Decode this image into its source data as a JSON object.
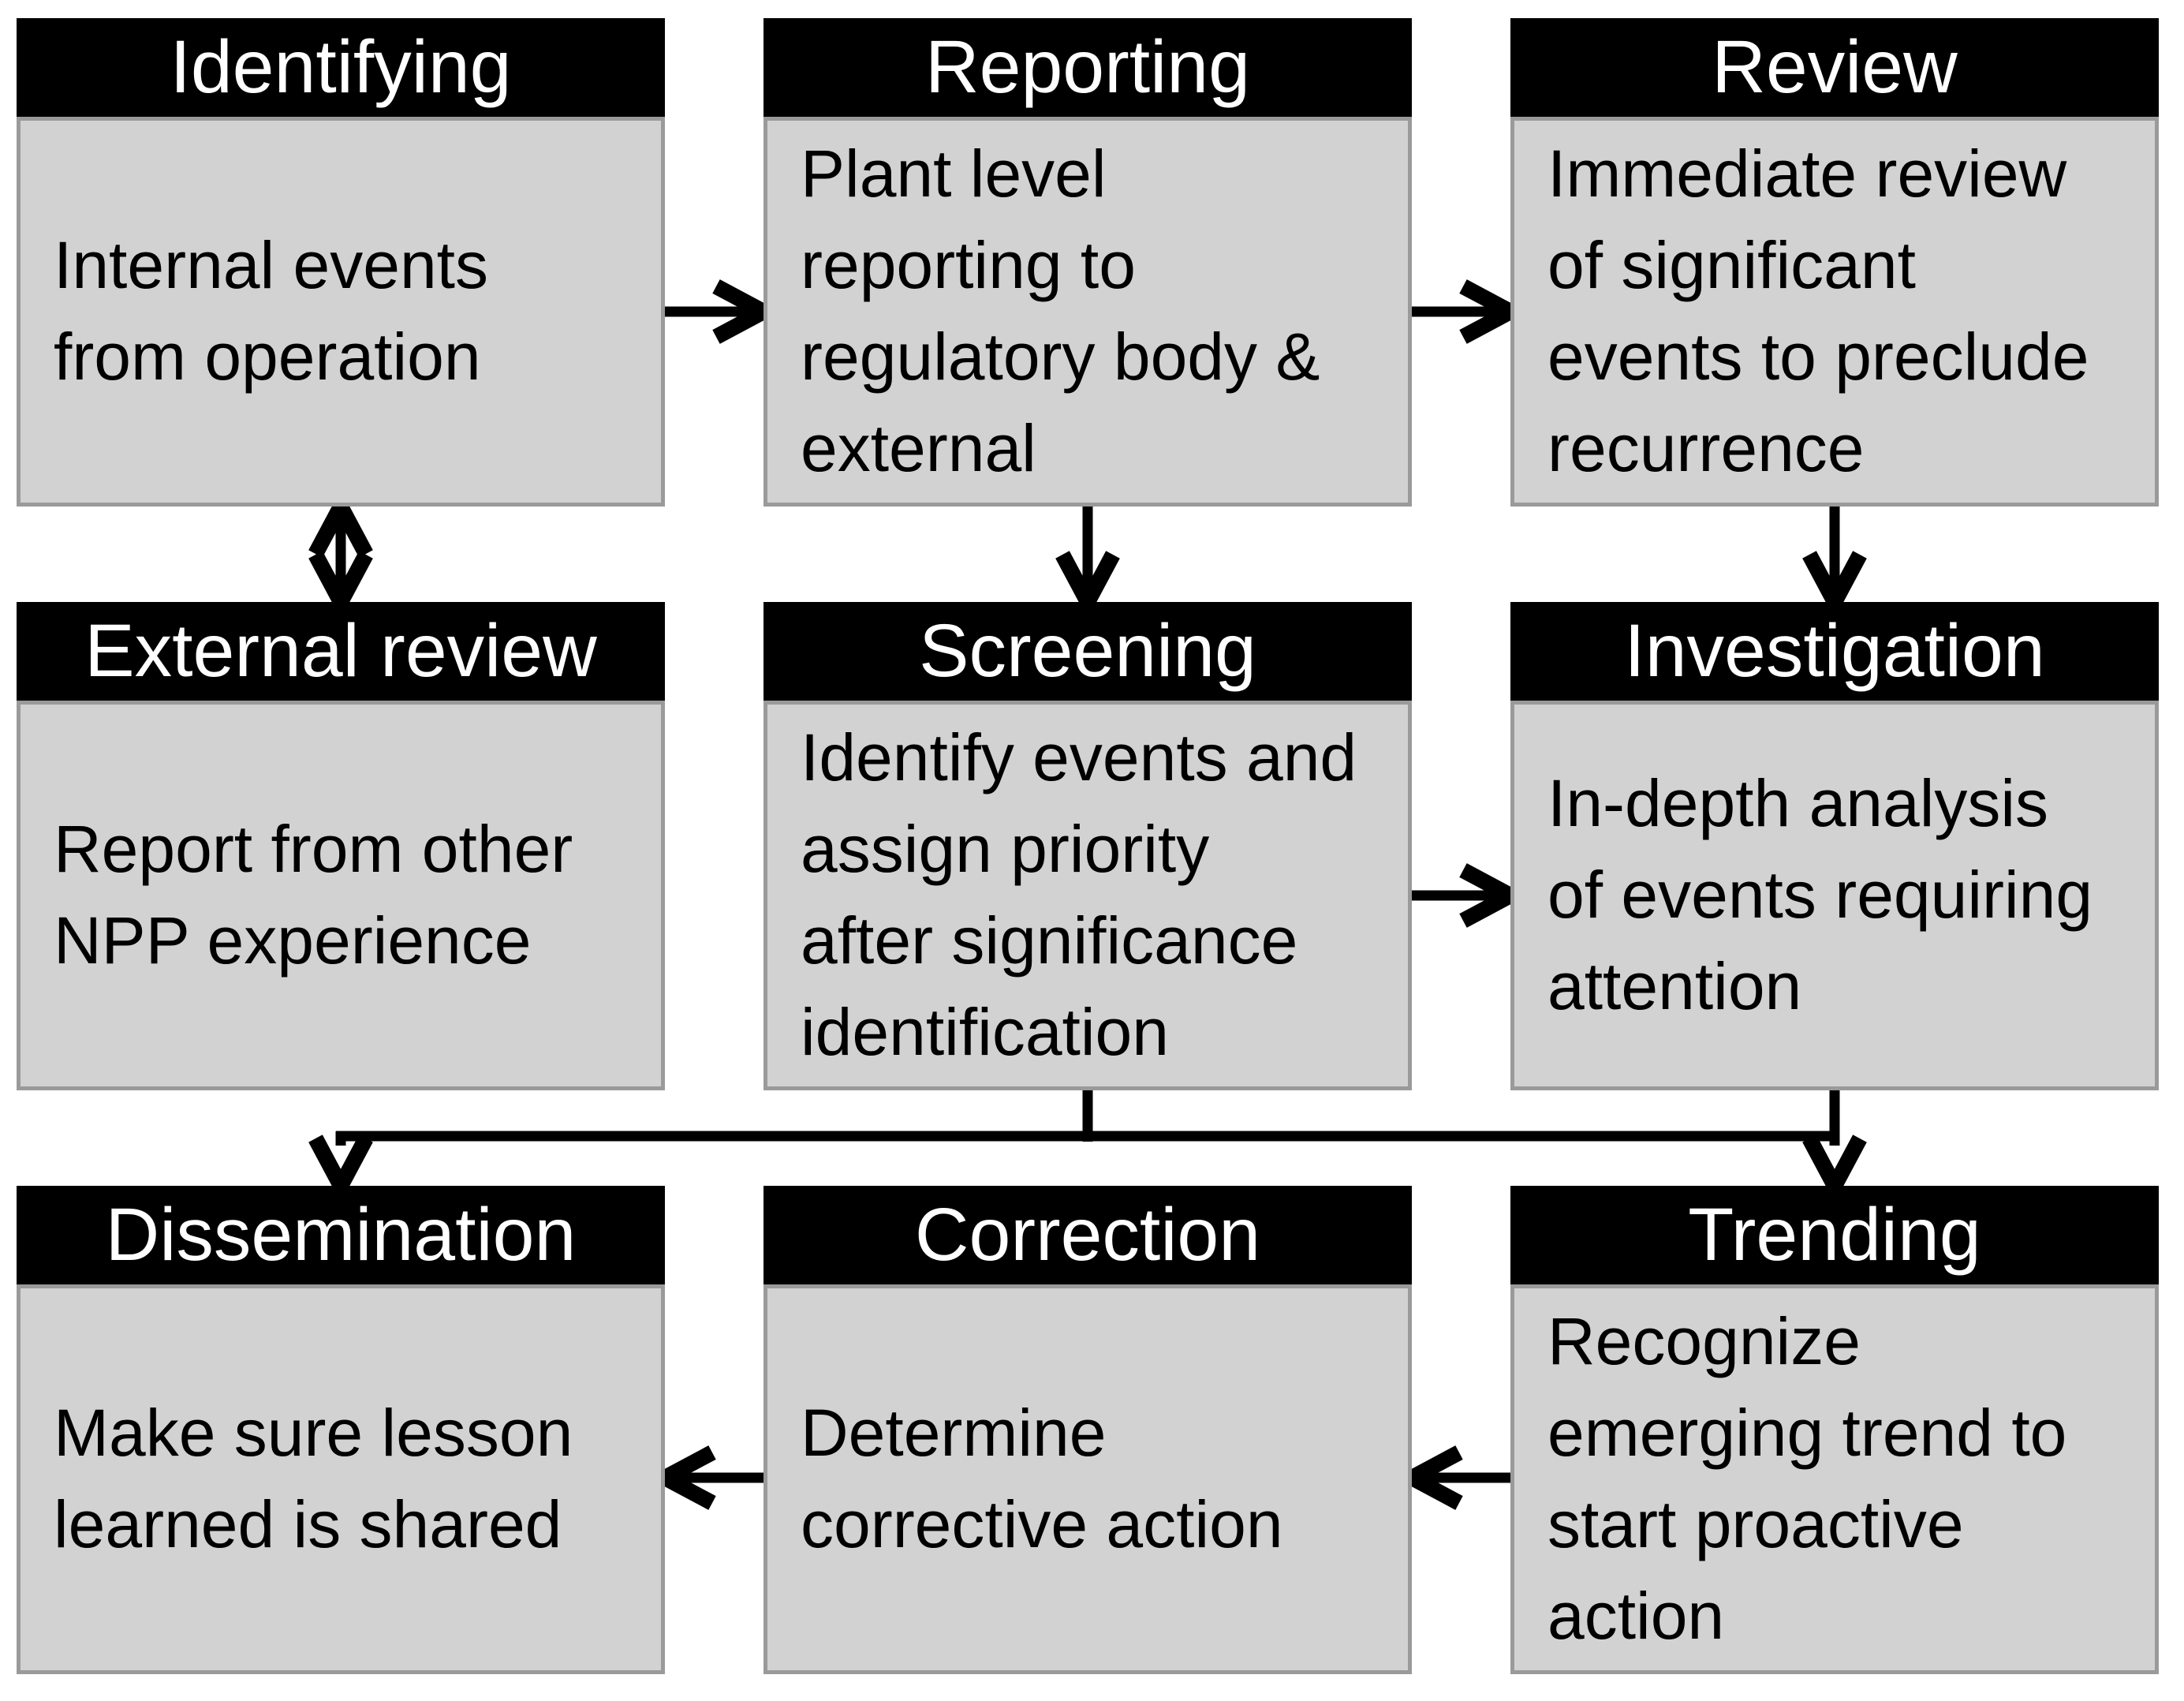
{
  "colors": {
    "header_bg": "#000000",
    "header_text": "#ffffff",
    "body_bg": "#d2d2d2",
    "body_border": "#9a9a9a",
    "body_text": "#000000",
    "arrow": "#000000",
    "background": "#ffffff"
  },
  "boxes": [
    {
      "id": "identifying",
      "title": "Identifying",
      "body": "Internal events\nfrom operation"
    },
    {
      "id": "reporting",
      "title": "Reporting",
      "body": "Plant level\nreporting to\nregulatory body &\nexternal"
    },
    {
      "id": "review",
      "title": "Review",
      "body": "Immediate review\nof significant\nevents to preclude\nrecurrence"
    },
    {
      "id": "external-review",
      "title": "External review",
      "body": "Report from other\nNPP experience"
    },
    {
      "id": "screening",
      "title": "Screening",
      "body": "Identify events and\nassign priority\nafter significance\nidentification"
    },
    {
      "id": "investigation",
      "title": "Investigation",
      "body": "In-depth analysis\nof events requiring\nattention"
    },
    {
      "id": "dissemination",
      "title": "Dissemination",
      "body": "Make sure lesson\nlearned is shared"
    },
    {
      "id": "correction",
      "title": "Correction",
      "body": "Determine\ncorrective action"
    },
    {
      "id": "trending",
      "title": "Trending",
      "body": "Recognize\nemerging trend to\nstart proactive\naction"
    }
  ],
  "flows": [
    {
      "from": "identifying",
      "to": "reporting",
      "bidirectional": false
    },
    {
      "from": "reporting",
      "to": "review",
      "bidirectional": false
    },
    {
      "from": "identifying",
      "to": "external-review",
      "bidirectional": true
    },
    {
      "from": "reporting",
      "to": "screening",
      "bidirectional": false
    },
    {
      "from": "review",
      "to": "investigation",
      "bidirectional": false
    },
    {
      "from": "screening",
      "to": "investigation",
      "bidirectional": false
    },
    {
      "from": "screening",
      "to": "dissemination",
      "bidirectional": false
    },
    {
      "from": "screening",
      "to": "trending",
      "bidirectional": false
    },
    {
      "from": "investigation",
      "to": "trending",
      "bidirectional": false
    },
    {
      "from": "trending",
      "to": "correction",
      "bidirectional": false
    },
    {
      "from": "correction",
      "to": "dissemination",
      "bidirectional": false
    }
  ]
}
